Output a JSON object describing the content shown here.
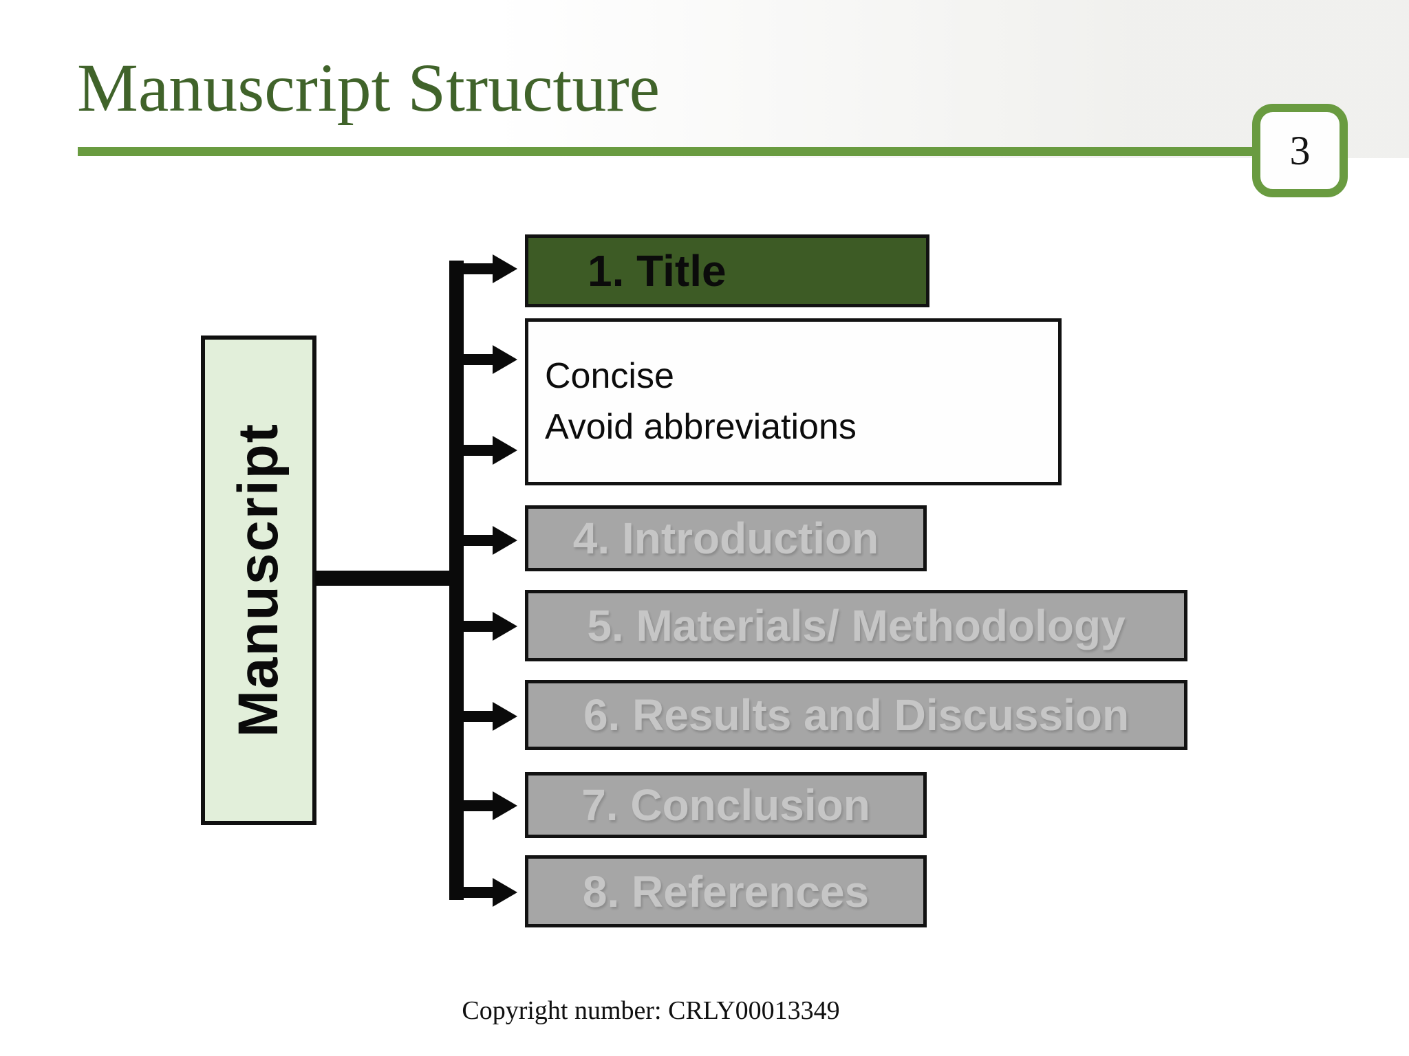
{
  "slide": {
    "title": "Manuscript Structure",
    "page_number": "3",
    "footer": "Copyright number: CRLY00013349"
  },
  "diagram": {
    "root": "Manuscript",
    "title_box": "1. Title",
    "note_box": {
      "line1": "Concise",
      "line2": "Avoid abbreviations"
    },
    "sections": [
      "4. Introduction",
      "5. Materials/ Methodology",
      "6. Results and Discussion",
      "7. Conclusion",
      "8. References"
    ]
  },
  "colors": {
    "accent_green": "#699b40",
    "title_text_green": "#40632a",
    "active_box_green": "#3d5b25",
    "root_box_light_green": "#e2efda",
    "inactive_box_gray": "#a6a6a6",
    "inactive_text_gray": "#c6c6c6"
  }
}
